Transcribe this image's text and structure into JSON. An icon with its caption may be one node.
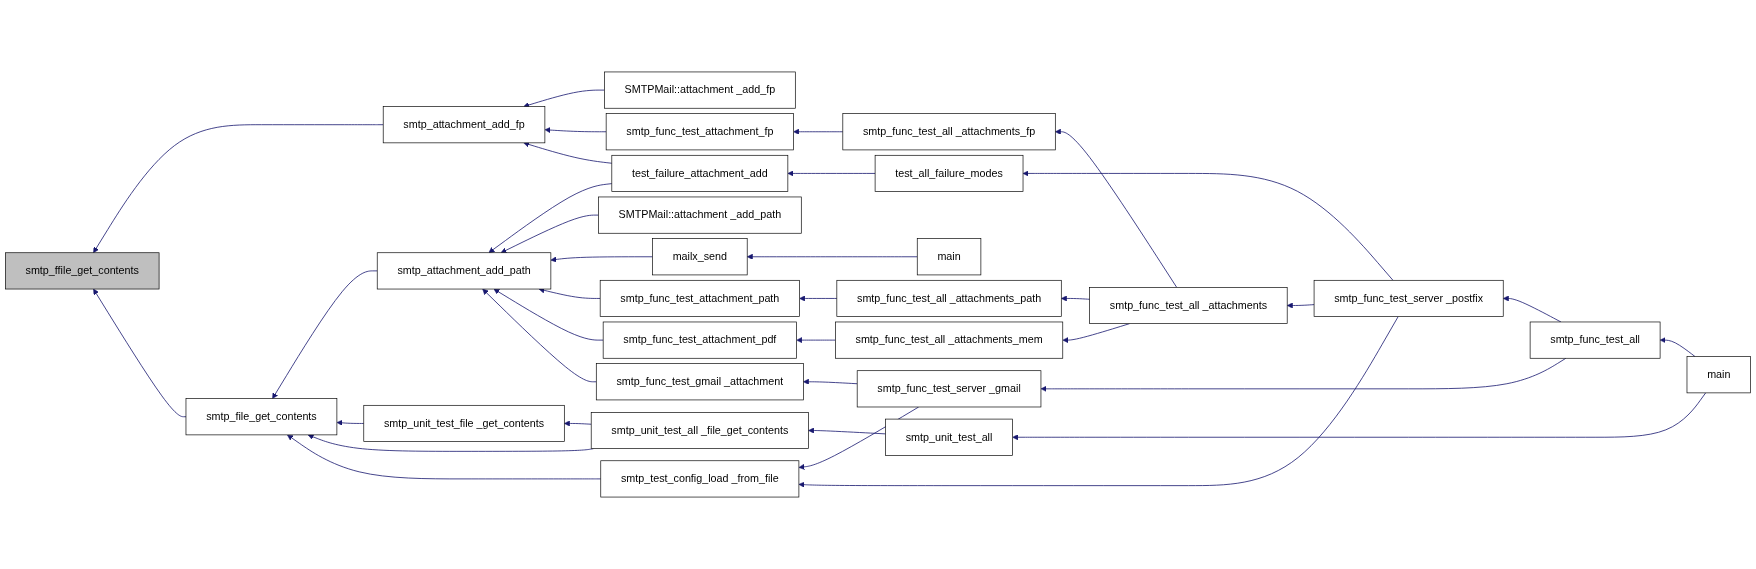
{
  "diagram": {
    "nodes": [
      {
        "text": [
          "smtp_ffile_get_contents"
        ]
      },
      {
        "text": [
          "smtp_attachment_add_fp"
        ]
      },
      {
        "text": [
          "smtp_attachment_add_path"
        ]
      },
      {
        "text": [
          "smtp_file_get_contents"
        ]
      },
      {
        "text": [
          "SMTPMail::attachment _add_fp"
        ]
      },
      {
        "text": [
          "smtp_func_test_attachment_fp"
        ]
      },
      {
        "text": [
          "test_failure_attachment_add"
        ]
      },
      {
        "text": [
          "SMTPMail::attachment _add_path"
        ]
      },
      {
        "text": [
          "mailx_send"
        ]
      },
      {
        "text": [
          "smtp_func_test_attachment_path"
        ]
      },
      {
        "text": [
          "smtp_func_test_attachment_pdf"
        ]
      },
      {
        "text": [
          "smtp_func_test_gmail _attachment"
        ]
      },
      {
        "text": [
          "smtp_unit_test_file _get_contents"
        ]
      },
      {
        "text": [
          "smtp_unit_test_all _file_get_contents"
        ]
      },
      {
        "text": [
          "smtp_test_config_load _from_file"
        ]
      },
      {
        "text": [
          "smtp_func_test_all _attachments_fp"
        ]
      },
      {
        "text": [
          "test_all_failure_modes"
        ]
      },
      {
        "text": [
          "main"
        ]
      },
      {
        "text": [
          "smtp_func_test_all _attachments_path"
        ]
      },
      {
        "text": [
          "smtp_func_test_all _attachments_mem"
        ]
      },
      {
        "text": [
          "smtp_func_test_server _gmail"
        ]
      },
      {
        "text": [
          "smtp_func_test_all _attachments"
        ]
      },
      {
        "text": [
          "smtp_func_test_server _postfix"
        ]
      },
      {
        "text": [
          "smtp_func_test_all"
        ]
      },
      {
        "text": [
          "smtp_unit_test_all"
        ]
      },
      {
        "text": [
          "main"
        ]
      }
    ],
    "edges": [
      {
        "from": 1,
        "to": 0,
        "arrow": "to"
      },
      {
        "from": 3,
        "to": 0,
        "arrow": "to"
      },
      {
        "from": 4,
        "to": 1,
        "arrow": "to"
      },
      {
        "from": 5,
        "to": 1,
        "arrow": "to"
      },
      {
        "from": 6,
        "to": 1,
        "arrow": "to"
      },
      {
        "from": 6,
        "to": 2,
        "arrow": "to"
      },
      {
        "from": 7,
        "to": 2,
        "arrow": "to"
      },
      {
        "from": 8,
        "to": 2,
        "arrow": "to"
      },
      {
        "from": 9,
        "to": 2,
        "arrow": "to"
      },
      {
        "from": 10,
        "to": 2,
        "arrow": "to"
      },
      {
        "from": 11,
        "to": 2,
        "arrow": "to"
      },
      {
        "from": 2,
        "to": 3,
        "arrow": "to"
      },
      {
        "from": 12,
        "to": 3,
        "arrow": "to"
      },
      {
        "from": 13,
        "to": 3,
        "arrow": "to"
      },
      {
        "from": 14,
        "to": 3,
        "arrow": "to"
      },
      {
        "from": 15,
        "to": 5,
        "arrow": "to"
      },
      {
        "from": 16,
        "to": 6,
        "arrow": "to"
      },
      {
        "from": 17,
        "to": 8,
        "arrow": "to"
      },
      {
        "from": 18,
        "to": 9,
        "arrow": "to"
      },
      {
        "from": 19,
        "to": 10,
        "arrow": "to"
      },
      {
        "from": 20,
        "to": 11,
        "arrow": "to"
      },
      {
        "from": 13,
        "to": 12,
        "arrow": "to"
      },
      {
        "from": 20,
        "to": 14,
        "arrow": "to"
      },
      {
        "from": 21,
        "to": 15,
        "arrow": "to"
      },
      {
        "from": 22,
        "to": 16,
        "arrow": "to"
      },
      {
        "from": 21,
        "to": 18,
        "arrow": "to"
      },
      {
        "from": 21,
        "to": 19,
        "arrow": "to"
      },
      {
        "from": 23,
        "to": 20,
        "arrow": "to"
      },
      {
        "from": 24,
        "to": 13,
        "arrow": "to"
      },
      {
        "from": 22,
        "to": 14,
        "arrow": "to"
      },
      {
        "from": 22,
        "to": 21,
        "arrow": "to"
      },
      {
        "from": 23,
        "to": 22,
        "arrow": "to"
      },
      {
        "from": 25,
        "to": 23,
        "arrow": "to"
      },
      {
        "from": 25,
        "to": 24,
        "arrow": "to"
      }
    ]
  }
}
